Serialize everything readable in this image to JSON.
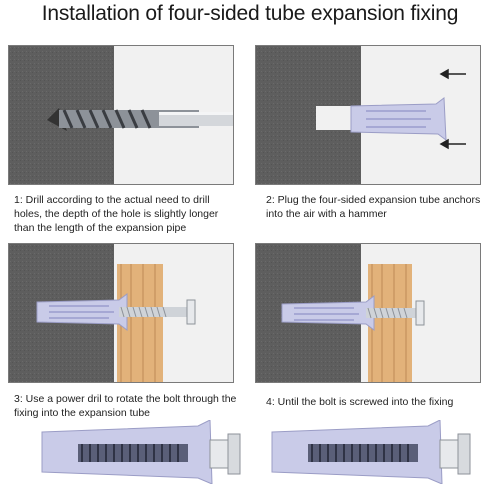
{
  "title": "Installation of four-sided tube expansion fixing",
  "steps": [
    {
      "caption": "1: Drill according to the actual need to drill holes, the depth of the hole is slightly longer than the length of the expansion pipe"
    },
    {
      "caption": "2: Plug the four-sided expansion tube anchors into the air with a hammer"
    },
    {
      "caption": "3: Use a power dril to rotate the bolt through the fixing into the expansion tube"
    },
    {
      "caption": "4: Until the bolt is screwed into the fixing"
    }
  ],
  "colors": {
    "wall": "#5e5e5e",
    "surface": "#f1f1f1",
    "wood": "#e2b27a",
    "anchor": "#c9cbe8",
    "metal": "#cfd3d8"
  }
}
